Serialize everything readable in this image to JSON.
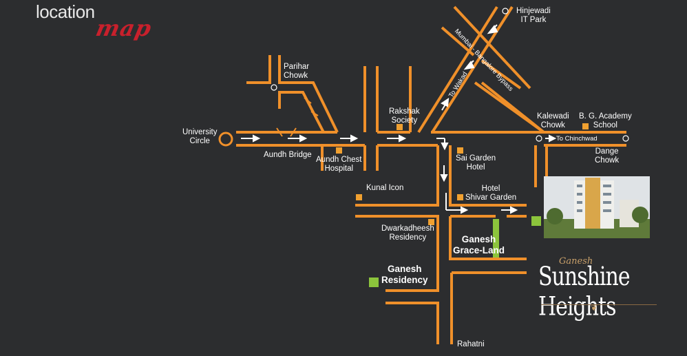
{
  "header": {
    "title_main": "location",
    "title_accent": "map"
  },
  "colors": {
    "background": "#2c2d2f",
    "road": "#f0902a",
    "landmark": "#f0a030",
    "highlight": "#8cc43c",
    "arrow": "#ffffff",
    "accent": "#c8202c"
  },
  "places": {
    "hinjewadi": "Hinjewadi\nIT Park",
    "parihar": "Parihar\nChowk",
    "university": "University\nCircle",
    "aundh_bridge": "Aundh Bridge",
    "aundh_chest": "Aundh Chest\nHospital",
    "rakshak": "Rakshak\nSociety",
    "kalewadi": "Kalewadi\nChowk",
    "bg_academy": "B. G. Academy\nSchool",
    "dange": "Dange\nChowk",
    "sai_garden": "Sai Garden\nHotel",
    "kunal": "Kunal Icon",
    "hotel_shivar": "Hotel\nShivar Garden",
    "dwarkadheesh": "Dwarkadheesh\nResidency",
    "ganesh_grace": "Ganesh\nGrace-Land",
    "ganesh_residency": "Ganesh\nResidency",
    "rahatni": "Rahatni"
  },
  "road_labels": {
    "bypass": "Mumbai - Bangalore Bypass",
    "to_wakad": "To Wakad",
    "to_chinchwad": "To Chinchwad"
  },
  "brand": {
    "sub": "Ganesh",
    "main": "Sunshine Heights"
  }
}
